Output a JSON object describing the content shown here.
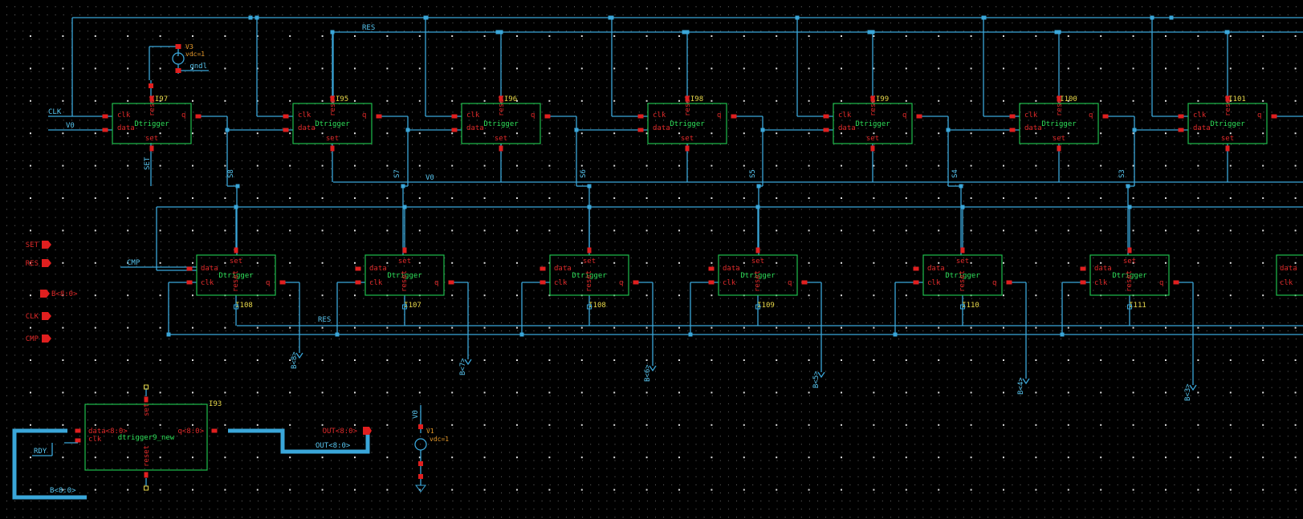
{
  "schematic": {
    "nets": {
      "clk": "CLK",
      "v0": "V0",
      "res": "RES",
      "set": "SET",
      "cmp": "CMP",
      "gndl": "gndl",
      "rdy": "RDY",
      "out_bus": "OUT<8:0>",
      "b_bus": "B<8:0>",
      "s_labels": [
        "S8",
        "S7",
        "S6",
        "S5",
        "S4",
        "S3"
      ]
    },
    "top_row": [
      {
        "inst": "I97"
      },
      {
        "inst": "I95"
      },
      {
        "inst": "I96"
      },
      {
        "inst": "I98"
      },
      {
        "inst": "I99"
      },
      {
        "inst": "I100"
      },
      {
        "inst": "I101"
      }
    ],
    "bottom_row": [
      {
        "inst": "I108",
        "out": "B<8>"
      },
      {
        "inst": "I107",
        "out": "B<7>"
      },
      {
        "inst": "I108",
        "out": "B<6>"
      },
      {
        "inst": "I109",
        "out": "B<5>"
      },
      {
        "inst": "I110",
        "out": "B<4>"
      },
      {
        "inst": "I111",
        "out": "B<3>"
      }
    ],
    "cell_labels": {
      "name": "Dtrigger",
      "clk": "clk",
      "data": "data",
      "set": "set",
      "reset": "reset",
      "q": "q"
    },
    "register": {
      "inst": "I93",
      "name": "dtrigger9_new",
      "data_pin": "data<8:0>",
      "clk_pin": "clk",
      "q_pin": "q<8:0>",
      "set_pin": "set",
      "reset_pin": "reset"
    },
    "sources": {
      "top": {
        "name": "V3",
        "value": "vdc=1"
      },
      "bottom": {
        "name": "V1",
        "value": "vdc=1"
      },
      "bottom_net": "V0"
    },
    "pins": [
      "SET",
      "RES",
      "B<8:0>",
      "CLK",
      "CMP"
    ],
    "out_pin": "OUT<8:0>",
    "colors": {
      "background": "#000000",
      "wire": "#3aa6d9",
      "cell_outline": "#1fbf4c",
      "pin": "#e01f1f",
      "instance_label": "#e8d84a"
    }
  }
}
